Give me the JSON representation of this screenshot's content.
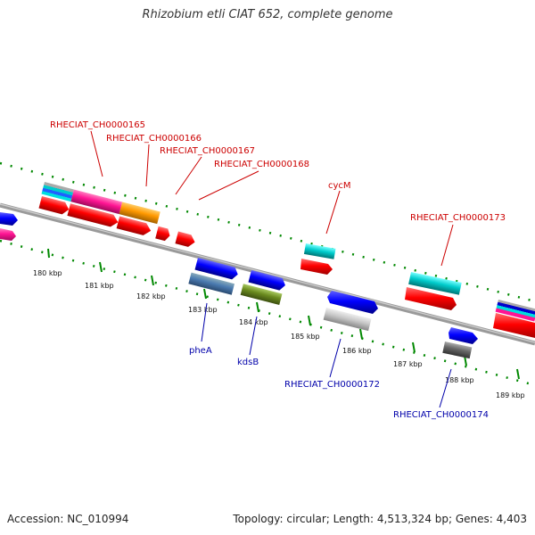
{
  "title": "Rhizobium etli CIAT 652, complete genome",
  "footer": {
    "accession": "Accession: NC_010994",
    "topology": "Topology: circular; Length: 4,513,324 bp; Genes: 4,403"
  },
  "scale_ticks": [
    "180 kbp",
    "181 kbp",
    "182 kbp",
    "183 kbp",
    "184 kbp",
    "185 kbp",
    "186 kbp",
    "187 kbp",
    "188 kbp",
    "189 kbp"
  ],
  "gene_labels": {
    "top": [
      "RHECIAT_CH0000165",
      "RHECIAT_CH0000166",
      "RHECIAT_CH0000167",
      "RHECIAT_CH0000168",
      "cycM",
      "RHECIAT_CH0000173"
    ],
    "bottom": [
      "pheA",
      "kdsB",
      "RHECIAT_CH0000172",
      "RHECIAT_CH0000174"
    ]
  },
  "colors": {
    "red_feature": "#ff0000",
    "blue_feature": "#0000ff",
    "cyan_feature": "#00cccc",
    "magenta_feature": "#ff1493",
    "orange_feature": "#ff9900",
    "steelblue_feature": "#4a7ab0",
    "olive_feature": "#6a8a1f",
    "gray_feature": "#c8c8c8",
    "dark_gray_feature": "#666666",
    "dotted_track": "#008800",
    "backbone": "#888888"
  }
}
